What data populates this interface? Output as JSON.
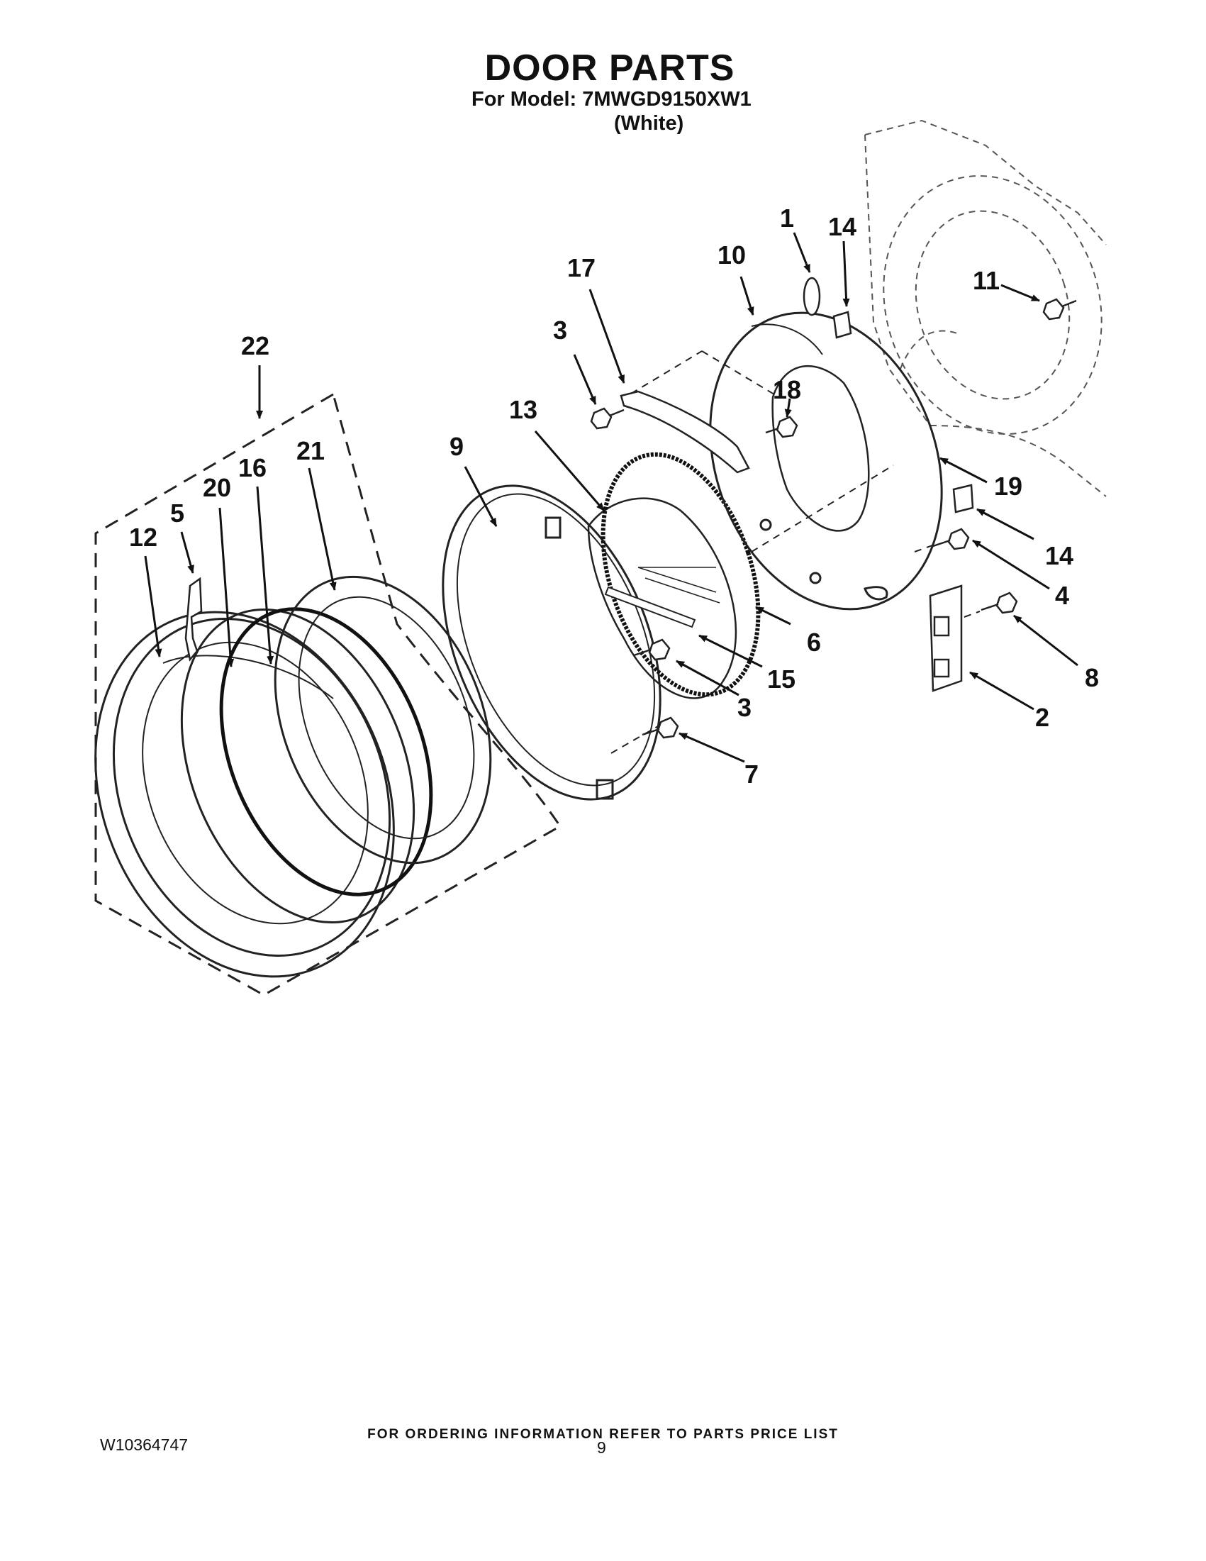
{
  "header": {
    "title": "DOOR PARTS",
    "model_line": "For Model: 7MWGD9150XW1",
    "color_line": "(White)"
  },
  "diagram": {
    "callouts": [
      {
        "id": "c1",
        "label": "1"
      },
      {
        "id": "c2",
        "label": "14"
      },
      {
        "id": "c3",
        "label": "10"
      },
      {
        "id": "c4",
        "label": "17"
      },
      {
        "id": "c5",
        "label": "11"
      },
      {
        "id": "c6",
        "label": "3"
      },
      {
        "id": "c7",
        "label": "22"
      },
      {
        "id": "c8",
        "label": "18"
      },
      {
        "id": "c9",
        "label": "13"
      },
      {
        "id": "c10",
        "label": "21"
      },
      {
        "id": "c11",
        "label": "9"
      },
      {
        "id": "c12",
        "label": "19"
      },
      {
        "id": "c13",
        "label": "16"
      },
      {
        "id": "c14",
        "label": "20"
      },
      {
        "id": "c15",
        "label": "5"
      },
      {
        "id": "c16",
        "label": "12"
      },
      {
        "id": "c17",
        "label": "14"
      },
      {
        "id": "c18",
        "label": "4"
      },
      {
        "id": "c19",
        "label": "6"
      },
      {
        "id": "c20",
        "label": "8"
      },
      {
        "id": "c21",
        "label": "15"
      },
      {
        "id": "c22",
        "label": "3"
      },
      {
        "id": "c23",
        "label": "2"
      },
      {
        "id": "c24",
        "label": "7"
      }
    ]
  },
  "footer": {
    "ordering_note": "FOR ORDERING INFORMATION REFER TO PARTS PRICE LIST",
    "doc_number": "W10364747",
    "page_number": "9"
  }
}
